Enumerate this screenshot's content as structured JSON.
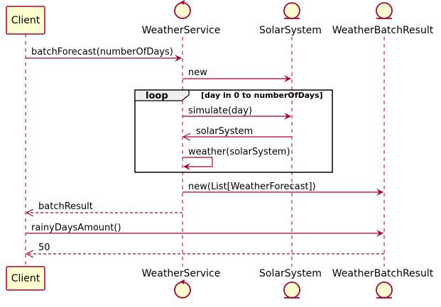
{
  "participants": [
    {
      "id": "client",
      "name": "Client",
      "kind": "actor-box"
    },
    {
      "id": "weather_service",
      "name": "WeatherService",
      "kind": "control"
    },
    {
      "id": "solar_system",
      "name": "SolarSystem",
      "kind": "entity"
    },
    {
      "id": "batch_result",
      "name": "WeatherBatchResult",
      "kind": "entity"
    }
  ],
  "loop": {
    "keyword": "loop",
    "condition": "[day in 0 to numberOfDays]"
  },
  "messages": [
    {
      "from": "client",
      "to": "weather_service",
      "label": "batchForecast(numberOfDays)",
      "style": "solid"
    },
    {
      "from": "weather_service",
      "to": "solar_system",
      "label": "new",
      "style": "solid"
    },
    {
      "from": "weather_service",
      "to": "solar_system",
      "label": "simulate(day)",
      "style": "solid"
    },
    {
      "from": "solar_system",
      "to": "weather_service",
      "label": "solarSystem",
      "style": "solid"
    },
    {
      "from": "weather_service",
      "to": "weather_service",
      "label": "weather(solarSystem)",
      "style": "self"
    },
    {
      "from": "weather_service",
      "to": "batch_result",
      "label": "new(List[WeatherForecast])",
      "style": "solid"
    },
    {
      "from": "weather_service",
      "to": "client",
      "label": "batchResult",
      "style": "dashed"
    },
    {
      "from": "client",
      "to": "batch_result",
      "label": "rainyDaysAmount()",
      "style": "solid"
    },
    {
      "from": "batch_result",
      "to": "client",
      "label": "50",
      "style": "dashed"
    }
  ],
  "colors": {
    "arrow": "#A80036",
    "participant_fill": "#FEFECE",
    "participant_border": "#A80036",
    "lifeline": "#A80036",
    "loop_border": "#000000"
  }
}
